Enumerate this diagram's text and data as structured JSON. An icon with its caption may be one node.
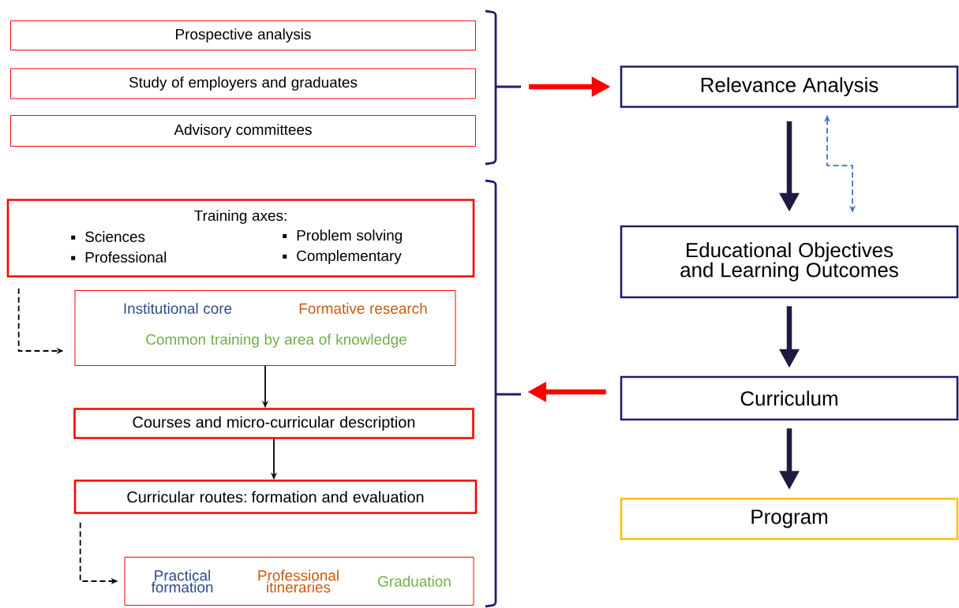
{
  "diagram": {
    "nodes": [
      {
        "text": [
          "Prospective analysis"
        ]
      },
      {
        "text": [
          "Study of employers and graduates"
        ]
      },
      {
        "text": [
          "Advisory committees"
        ]
      },
      {
        "text": [
          "Relevance Analysis"
        ]
      },
      {
        "text": [
          "Educational Objectives and Learning Outcomes"
        ]
      },
      {
        "text": [
          "Curriculum"
        ]
      },
      {
        "text": [
          "Program"
        ]
      },
      {
        "text": [
          "Training axes:",
          "Sciences",
          "Professional",
          "Problem solving",
          "Complementary"
        ]
      },
      {
        "text": [
          "Institutional core",
          "Formative research",
          "Common training by area of knowledge"
        ]
      },
      {
        "text": [
          "Courses and micro-curricular description"
        ]
      },
      {
        "text": [
          "Curricular routes: formation and evaluation"
        ]
      },
      {
        "text": [
          "Practical formation",
          "Professional itineraries",
          "Graduation"
        ]
      }
    ],
    "edges": [
      {
        "from": null,
        "to": 3,
        "arrow": "to",
        "style": "thick",
        "color": "#ff0000"
      },
      {
        "from": 3,
        "to": 4,
        "arrow": "to",
        "style": "thick",
        "color": "#1f1a40"
      },
      {
        "from": 3,
        "to": 4,
        "arrow": "both",
        "style": "dashed",
        "color": "#4472c4"
      },
      {
        "from": 4,
        "to": 5,
        "arrow": "to",
        "style": "thick",
        "color": "#1f1a40"
      },
      {
        "from": 5,
        "to": 6,
        "arrow": "to",
        "style": "thick",
        "color": "#1f1a40"
      },
      {
        "from": 5,
        "to": null,
        "arrow": "to",
        "style": "thick",
        "color": "#ff0000"
      },
      {
        "from": 7,
        "to": 8,
        "arrow": "to",
        "style": "dashed"
      },
      {
        "from": 8,
        "to": 9,
        "arrow": "to"
      },
      {
        "from": 9,
        "to": 10,
        "arrow": "to"
      },
      {
        "from": 10,
        "to": 11,
        "arrow": "to",
        "style": "dashed"
      }
    ]
  }
}
